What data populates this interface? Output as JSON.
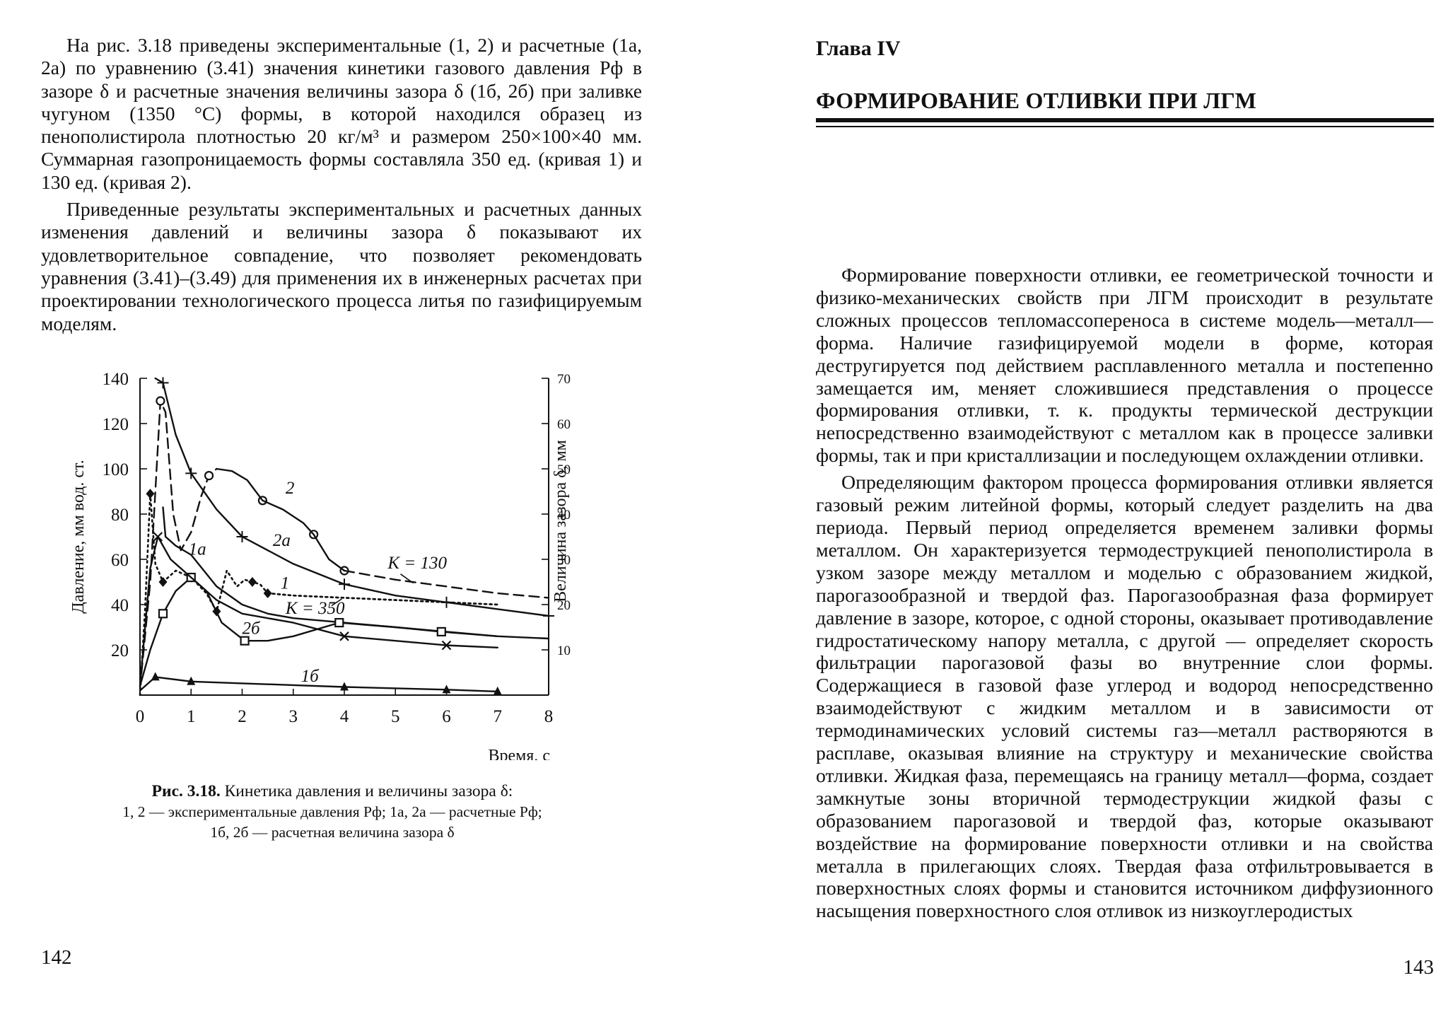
{
  "left_page": {
    "paragraphs": [
      "На рис. 3.18 приведены экспериментальные (1, 2) и расчетные (1а, 2а) по уравнению (3.41) значения кинетики газового давления Pф в зазоре δ и расчетные значения величины зазора δ (1б, 2б) при заливке чугуном (1350 °С) формы, в которой находился образец из пенополистирола плотностью 20 кг/м³ и размером 250×100×40 мм. Суммарная газопроницаемость формы составляла 350 ед. (кривая 1) и 130 ед. (кривая 2).",
      "Приведенные результаты экспериментальных и расчетных данных изменения давлений и величины зазора δ показывают их удовлетворительное совпадение, что позволяет рекомендовать уравнения (3.41)–(3.49) для применения их в инженерных расчетах при проектировании технологического процесса литья по газифицируемым моделям."
    ],
    "page_number": "142",
    "caption": {
      "label": "Рис. 3.18.",
      "title": "Кинетика давления и величины зазора δ:",
      "line2": "1, 2 — экспериментальные давления Pф; 1а, 2а — расчетные Pф;",
      "line3": "1б, 2б — расчетная величина зазора δ"
    }
  },
  "right_page": {
    "chapter": "Глава IV",
    "title": "ФОРМИРОВАНИЕ ОТЛИВКИ ПРИ ЛГМ",
    "paragraphs": [
      "Формирование поверхности отливки, ее геометрической точности и физико-механических свойств при ЛГМ происходит в результате сложных процессов тепломассопереноса в системе модель—металл—форма. Наличие газифицируемой модели в форме, которая дестругируется под действием расплавленного металла и постепенно замещается им, меняет сложившиеся представления о процессе формирования отливки, т. к. продукты термической деструкции непосредственно взаимодействуют с металлом как в процессе заливки формы, так и при кристаллизации и последующем охлаждении отливки.",
      "Определяющим фактором процесса формирования отливки является газовый режим литейной формы, который следует разделить на два периода. Первый период определяется временем заливки формы металлом. Он характеризуется термодеструкцией пенополистирола в узком зазоре между металлом и моделью с образованием жидкой, парогазообразной и твердой фаз. Парогазообразная фаза формирует давление в зазоре, которое, с одной стороны, оказывает противодавление гидростатическому напору металла, с другой — определяет скорость фильтрации парогазовой фазы во внутренние слои формы. Содержащиеся в газовой фазе углерод и водород непосредственно взаимодействуют с жидким металлом и в зависимости от термодинамических условий системы газ—металл растворяются в расплаве, оказывая влияние на структуру и механические свойства отливки. Жидкая фаза, перемещаясь на границу металл—форма, создает замкнутые зоны вторичной термодеструкции жидкой фазы с образованием парогазовой и твердой фаз, которые оказывают воздействие на формирование поверхности отливки и на свойства металла в прилегающих слоях. Твердая фаза отфильтровывается в поверхностных слоях формы и становится источником диффузионного насыщения поверхностного слоя отливок из низкоуглеродистых"
    ],
    "page_number": "143"
  },
  "chart_data": {
    "type": "line",
    "xlabel": "Время, с",
    "ylabel": "Давление, мм вод. ст.",
    "y2label": "Величина зазора δ, мм",
    "xlim": [
      0,
      8
    ],
    "ylim": [
      0,
      140
    ],
    "y2lim": [
      0,
      70
    ],
    "x_ticks": [
      "0",
      "1",
      "2",
      "3",
      "4",
      "5",
      "6",
      "7",
      "8"
    ],
    "y_ticks": [
      "20",
      "40",
      "60",
      "80",
      "100",
      "120",
      "140"
    ],
    "y_tick_values": [
      20,
      40,
      60,
      80,
      100,
      120,
      140
    ],
    "y2_ticks": [
      "10",
      "20",
      "30",
      "40",
      "50",
      "60",
      "70"
    ],
    "y2_tick_values": [
      10,
      20,
      30,
      40,
      50,
      60,
      70
    ],
    "grid": false,
    "series": [
      {
        "name": "1",
        "style": "dotted",
        "axis": "left",
        "marker": "diamond",
        "marker_points": [
          [
            0.2,
            89
          ],
          [
            0.45,
            50
          ],
          [
            1.0,
            52
          ],
          [
            1.5,
            37
          ],
          [
            2.2,
            50
          ],
          [
            2.5,
            45
          ]
        ],
        "x": [
          0,
          0.1,
          0.2,
          0.3,
          0.45,
          0.7,
          1.0,
          1.3,
          1.5,
          1.7,
          1.9,
          2.05,
          2.2,
          2.35,
          2.5,
          3.0,
          4.0,
          5.0,
          6.0,
          7.0
        ],
        "y": [
          0,
          38,
          89,
          58,
          50,
          55,
          52,
          45,
          37,
          55,
          48,
          51,
          50,
          49,
          45,
          44,
          43,
          42,
          41,
          40
        ]
      },
      {
        "name": "2",
        "style": "dashed",
        "axis": "left",
        "marker": "circle",
        "marker_points": [
          [
            0.4,
            130
          ],
          [
            1.35,
            97
          ],
          [
            2.4,
            86
          ],
          [
            3.4,
            71
          ],
          [
            4.0,
            55
          ]
        ],
        "x": [
          0,
          0.2,
          0.4,
          0.5,
          0.65,
          0.8,
          1.0,
          1.2,
          1.35,
          1.5
        ],
        "y": [
          3,
          50,
          130,
          125,
          80,
          64,
          72,
          88,
          97,
          100
        ]
      },
      {
        "name": "2_solid",
        "style": "solid",
        "axis": "left",
        "marker": "none",
        "marker_points": [],
        "x": [
          1.5,
          1.8,
          2.1,
          2.4,
          2.8,
          3.2,
          3.4,
          3.7,
          4.0
        ],
        "y": [
          100,
          99,
          95,
          86,
          82,
          76,
          71,
          60,
          55
        ]
      },
      {
        "name": "K = 130",
        "style": "dashed",
        "axis": "left",
        "marker": "none",
        "marker_points": [],
        "x": [
          4.0,
          5.0,
          6.0,
          7.0,
          8.0
        ],
        "y": [
          55,
          51,
          48,
          45,
          43
        ]
      },
      {
        "name": "1а",
        "style": "solid",
        "axis": "left",
        "marker": "none",
        "marker_points": [],
        "x": [
          0.45,
          0.5,
          0.7,
          1.0,
          1.5,
          2.0,
          2.5,
          3.0,
          4.0,
          5.0,
          6.0,
          7.0,
          8.0
        ],
        "y": [
          83,
          70,
          66,
          62,
          48,
          40,
          36,
          34,
          32,
          30,
          28,
          26,
          25
        ]
      },
      {
        "name": "2а",
        "style": "solid",
        "axis": "left",
        "marker": "cross",
        "marker_points": [
          [
            0.45,
            138
          ],
          [
            1.0,
            98
          ],
          [
            2.0,
            70
          ],
          [
            4.0,
            49
          ],
          [
            6.0,
            41
          ],
          [
            8.0,
            35
          ]
        ],
        "x": [
          0.3,
          0.45,
          0.7,
          1.0,
          1.5,
          2.0,
          3.0,
          4.0,
          5.0,
          6.0,
          7.0,
          8.0
        ],
        "y": [
          140,
          138,
          115,
          98,
          82,
          70,
          58,
          49,
          44,
          41,
          38,
          35
        ]
      },
      {
        "name": "K = 350",
        "style": "dotted",
        "axis": "left",
        "marker": "none",
        "marker_points": [],
        "x": [
          2.5,
          3.0,
          4.0,
          5.0,
          6.0,
          7.0
        ],
        "y": [
          45,
          44,
          43,
          42,
          41,
          40
        ]
      },
      {
        "name": "2б",
        "style": "solid",
        "axis": "right",
        "marker": "square",
        "marker_points": [
          [
            0.45,
            18
          ],
          [
            1.0,
            26
          ],
          [
            2.05,
            12
          ],
          [
            3.9,
            16
          ],
          [
            5.9,
            14
          ]
        ],
        "x": [
          0,
          0.2,
          0.45,
          0.7,
          1.0,
          1.3,
          1.6,
          2.05,
          2.5,
          3.0,
          3.9,
          5.0,
          5.9,
          7.0
        ],
        "y": [
          2,
          10,
          18,
          23,
          26,
          23,
          16,
          12,
          12,
          13,
          16,
          15,
          14,
          13
        ]
      },
      {
        "name": "1б_cross",
        "style": "solid",
        "axis": "right",
        "marker": "x",
        "marker_points": [
          [
            0.35,
            35
          ],
          [
            4.0,
            13
          ],
          [
            6.0,
            11
          ]
        ],
        "x": [
          0,
          0.2,
          0.35,
          0.6,
          1.0,
          1.5,
          2.0,
          3.0,
          4.0,
          5.0,
          6.0,
          7.0
        ],
        "y": [
          2,
          28,
          35,
          30,
          26,
          21,
          18,
          16,
          13,
          12,
          11,
          10.5
        ]
      },
      {
        "name": "1б",
        "style": "solid",
        "axis": "right",
        "marker": "triangle",
        "marker_points": [
          [
            0.3,
            4
          ],
          [
            1.0,
            3
          ],
          [
            4.0,
            1.8
          ],
          [
            6.0,
            1.2
          ],
          [
            7.0,
            0.8
          ]
        ],
        "x": [
          0,
          0.3,
          1.0,
          2.0,
          3.0,
          4.0,
          5.0,
          6.0,
          7.0
        ],
        "y": [
          1,
          4,
          3,
          2.6,
          2.2,
          1.8,
          1.5,
          1.2,
          0.8
        ]
      }
    ],
    "annotations": [
      {
        "text": "2",
        "x": 2.85,
        "y": 89
      },
      {
        "text": "2а",
        "x": 2.6,
        "y": 66
      },
      {
        "text": "1а",
        "x": 0.95,
        "y": 62
      },
      {
        "text": "1",
        "x": 2.75,
        "y": 47
      },
      {
        "text": "2б",
        "x": 2.0,
        "y": 27
      },
      {
        "text": "1б",
        "x": 3.15,
        "y": 6
      },
      {
        "text": "K = 130",
        "x": 4.85,
        "y": 56
      },
      {
        "text": "K = 350",
        "x": 2.85,
        "y": 36
      }
    ]
  }
}
